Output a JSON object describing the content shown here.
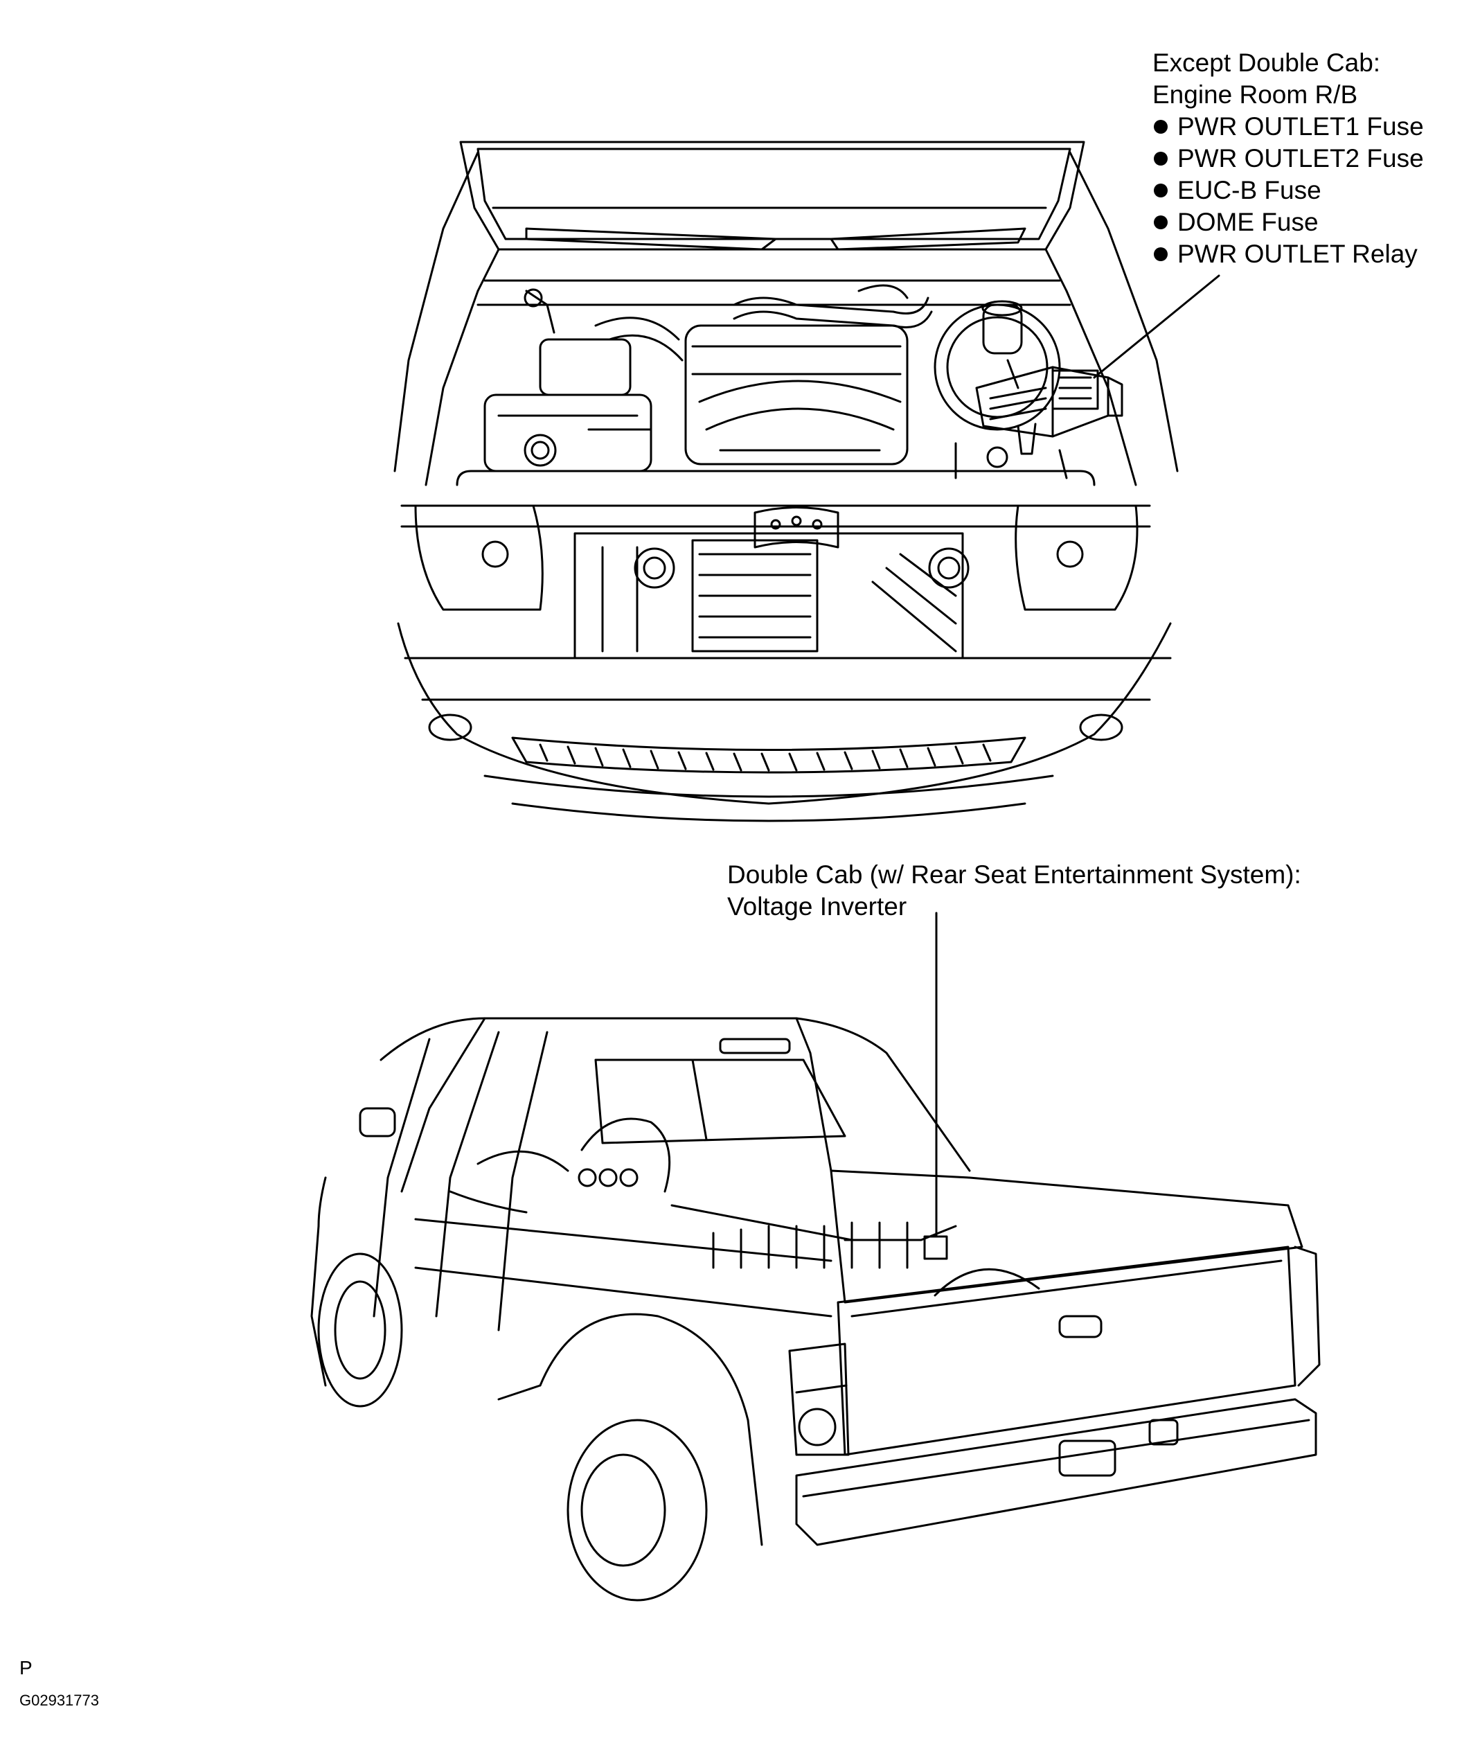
{
  "callouts": {
    "engine_room": {
      "heading1": "Except Double Cab:",
      "heading2": "Engine Room R/B",
      "items": [
        "PWR OUTLET1 Fuse",
        "PWR OUTLET2 Fuse",
        "EUC-B Fuse",
        "DOME Fuse",
        "PWR OUTLET Relay"
      ]
    },
    "inverter": {
      "line1": "Double Cab (w/ Rear Seat Entertainment System):",
      "line2": "Voltage Inverter"
    }
  },
  "footer": {
    "letter": "P",
    "code": "G02931773"
  }
}
